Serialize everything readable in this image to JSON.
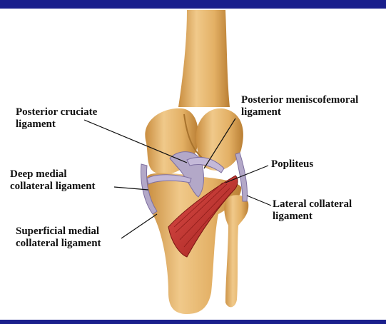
{
  "colors": {
    "frame_bar": "#1a1f8c",
    "bone": "#e8b86a",
    "bone_shadow": "#c98d3f",
    "ligament": "#b3a8c8",
    "muscle": "#c9302c",
    "leader_line": "#111111"
  },
  "labels": {
    "posterior_cruciate": "Posterior cruciate\nligament",
    "posterior_meniscofemoral": "Posterior meniscofemoral\nligament",
    "deep_medial_collateral": "Deep medial\ncollateral ligament",
    "popliteus": "Popliteus",
    "lateral_collateral": "Lateral collateral\nligament",
    "superficial_medial_collateral": "Superficial medial\ncollateral ligament"
  }
}
